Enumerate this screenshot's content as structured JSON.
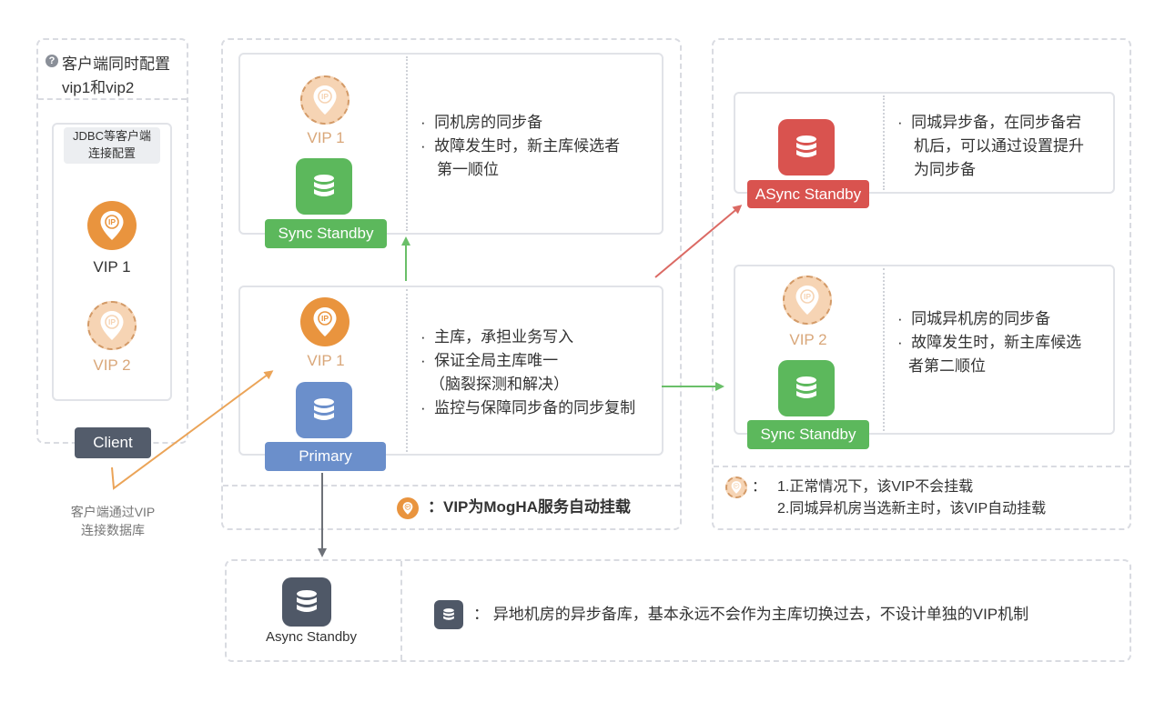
{
  "client_column": {
    "title": "客户端同时配置",
    "title_line2": "vip1和vip2",
    "jdbc_label_line1": "JDBC等客户端",
    "jdbc_label_line2": "连接配置",
    "vip1": "VIP 1",
    "vip2": "VIP 2",
    "client_button": "Client",
    "connect_line1": "客户端通过VIP",
    "connect_line2": "连接数据库"
  },
  "center_column": {
    "sync_panel": {
      "vip": "VIP 1",
      "tag": "Sync Standby",
      "bullets": [
        "同机房的同步备",
        "故障发生时，新主库候选者",
        "第一顺位"
      ]
    },
    "primary_panel": {
      "vip": "VIP 1",
      "tag": "Primary",
      "bullets": [
        "主库，承担业务写入",
        "保证全局主库唯一",
        "（脑裂探测和解决）",
        "监控与保障同步备的同步复制"
      ]
    },
    "legend": "VIP为MogHA服务自动挂载"
  },
  "right_column": {
    "async_panel": {
      "tag": "ASync Standby",
      "bullets": [
        "同城异步备，在同步备宕",
        "机后，可以通过设置提升",
        "为同步备"
      ]
    },
    "sync2_panel": {
      "vip": "VIP 2",
      "tag": "Sync Standby",
      "bullets": [
        "同城异机房的同步备",
        "故障发生时，新主库候选",
        "者第二顺位"
      ]
    },
    "legend_line1": "1.正常情况下，该VIP不会挂载",
    "legend_line2": "2.同城异机房当选新主时，该VIP自动挂载"
  },
  "bottom_row": {
    "tag": "Async Standby",
    "legend": "异地机房的异步备库，基本永远不会作为主库切换过去，不设计单独的VIP机制"
  },
  "separators": {
    "bullet": "·",
    "colon": "："
  },
  "icons": [
    "question-icon",
    "vip-pin-icon",
    "database-icon"
  ],
  "colors": {
    "vip_solid": "#e9943e",
    "vip_faded": "#f6d4b4",
    "green": "#5cb85c",
    "primary_blue": "#6b8fcb",
    "async_red": "#d9534f",
    "dark_slate": "#4f5867",
    "arrow_orange": "#eba458",
    "arrow_green": "#6abf69",
    "arrow_red": "#db6a64",
    "arrow_gray": "#6d7178"
  }
}
